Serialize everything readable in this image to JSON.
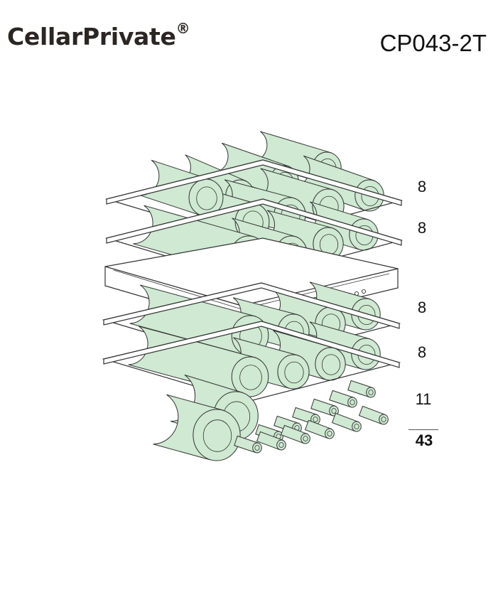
{
  "header": {
    "brand": "CellarPrivate",
    "brand_mark": "®",
    "model": "CP043-2T"
  },
  "capacity": {
    "rows": [
      {
        "label": "8"
      },
      {
        "label": "8"
      },
      {
        "label": "8"
      },
      {
        "label": "8"
      },
      {
        "label": "11"
      }
    ],
    "total": "43"
  },
  "colors": {
    "bottle_fill": "#cfe9d2",
    "outline": "#333333",
    "shelf_fill": "#ffffff"
  }
}
